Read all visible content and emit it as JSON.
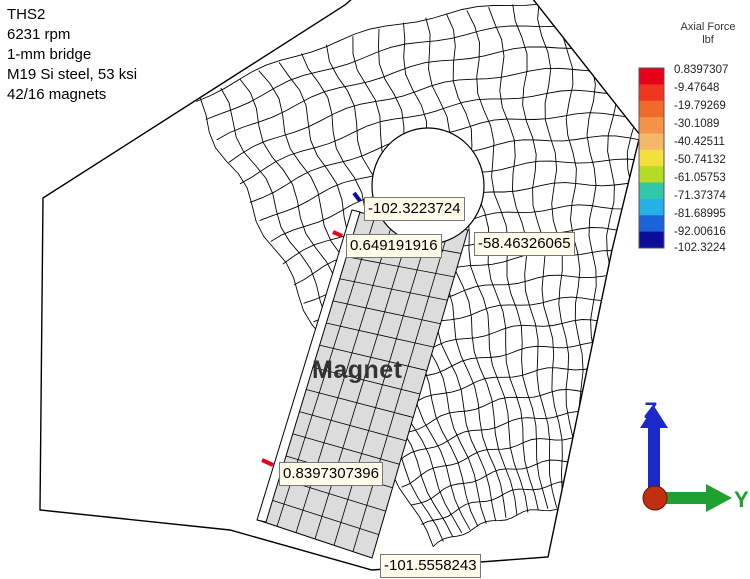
{
  "info": {
    "lines": [
      "THS2",
      "6231 rpm",
      "1-mm bridge",
      "M19 Si steel, 53 ksi",
      "42/16 magnets"
    ]
  },
  "legend": {
    "title_line1": "Axial Force",
    "title_line2": "lbf",
    "values": [
      "0.8397307",
      "-9.47648",
      "-19.79269",
      "-30.1089",
      "-40.42511",
      "-50.74132",
      "-61.05753",
      "-71.37374",
      "-81.68995",
      "-92.00616",
      "-102.3224"
    ],
    "colors": [
      "#e8001a",
      "#f0361e",
      "#f26a2a",
      "#f49248",
      "#f5b868",
      "#f3e03a",
      "#b4dc24",
      "#30c8a8",
      "#26b0e8",
      "#1a64d8",
      "#0c0c9c"
    ]
  },
  "callouts": {
    "top": "-102.3223724",
    "upper_left": "0.649191916",
    "upper_right": "-58.46326065",
    "lower_left": "0.8397307396",
    "bottom": "-101.5558243"
  },
  "magnet_label": "Magnet",
  "triad": {
    "z_label": "Z",
    "y_label": "Y",
    "colors": {
      "z": "#1a2ac8",
      "y": "#20a030",
      "origin": "#c03010"
    }
  }
}
